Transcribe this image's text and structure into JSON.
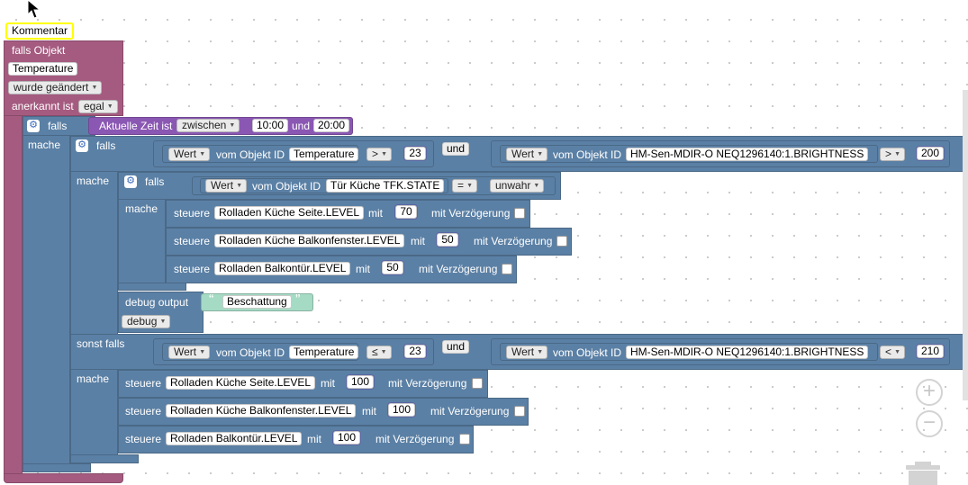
{
  "comment": {
    "label": "Kommentar"
  },
  "trigger": {
    "header": "falls Objekt",
    "object_id": "Temperature",
    "change_type": "wurde geändert",
    "ack_label": "anerkannt ist",
    "ack_value": "egal"
  },
  "time_if": {
    "falls": "falls",
    "mache": "mache",
    "label": "Aktuelle Zeit ist",
    "operator": "zwischen",
    "from": "10:00",
    "und": "und",
    "to": "20:00"
  },
  "if1": {
    "falls": "falls",
    "cond_left": {
      "prop": "Wert",
      "vom": "vom Objekt ID",
      "object": "Temperature",
      "op": ">",
      "value": "23"
    },
    "und": "und",
    "cond_right": {
      "prop": "Wert",
      "vom": "vom Objekt ID",
      "object": "HM-Sen-MDIR-O NEQ1296140:1.BRIGHTNESS",
      "op": ">",
      "value": "200"
    },
    "mache": "mache"
  },
  "if_door": {
    "falls": "falls",
    "prop": "Wert",
    "vom": "vom Objekt ID",
    "object": "Tür Küche TFK.STATE",
    "op": "=",
    "value": "unwahr",
    "mache": "mache",
    "actions": [
      {
        "steuere": "steuere",
        "object": "Rolladen Küche Seite.LEVEL",
        "mit": "mit",
        "value": "70",
        "delay": "mit Verzögerung"
      },
      {
        "steuere": "steuere",
        "object": "Rolladen Küche Balkonfenster.LEVEL",
        "mit": "mit",
        "value": "50",
        "delay": "mit Verzögerung"
      },
      {
        "steuere": "steuere",
        "object": "Rolladen Balkontür.LEVEL",
        "mit": "mit",
        "value": "50",
        "delay": "mit Verzögerung"
      }
    ]
  },
  "debug": {
    "label": "debug output",
    "open_quote": "“",
    "text": "Beschattung",
    "close_quote": "”",
    "level": "debug"
  },
  "elseif": {
    "label": "sonst falls",
    "cond_left": {
      "prop": "Wert",
      "vom": "vom Objekt ID",
      "object": "Temperature",
      "op": "≤",
      "value": "23"
    },
    "und": "und",
    "cond_right": {
      "prop": "Wert",
      "vom": "vom Objekt ID",
      "object": "HM-Sen-MDIR-O NEQ1296140:1.BRIGHTNESS",
      "op": "<",
      "value": "210"
    },
    "mache": "mache",
    "actions": [
      {
        "steuere": "steuere",
        "object": "Rolladen Küche Seite.LEVEL",
        "mit": "mit",
        "value": "100",
        "delay": "mit Verzögerung"
      },
      {
        "steuere": "steuere",
        "object": "Rolladen Küche Balkonfenster.LEVEL",
        "mit": "mit",
        "value": "100",
        "delay": "mit Verzögerung"
      },
      {
        "steuere": "steuere",
        "object": "Rolladen Balkontür.LEVEL",
        "mit": "mit",
        "value": "100",
        "delay": "mit Verzögerung"
      }
    ]
  },
  "controls": {
    "zoom_in": "+",
    "zoom_out": "−"
  },
  "icons": {
    "cursor": "mouse-pointer-icon",
    "gear": "gear-icon",
    "trash": "trash-icon",
    "dropdown": "chevron-down-icon"
  },
  "colors": {
    "event_block": "#a55b80",
    "logic_block": "#5b80a5",
    "time_block": "#8a57b3",
    "text_block": "#a5dbc5",
    "comment_border": "#ffff00"
  }
}
